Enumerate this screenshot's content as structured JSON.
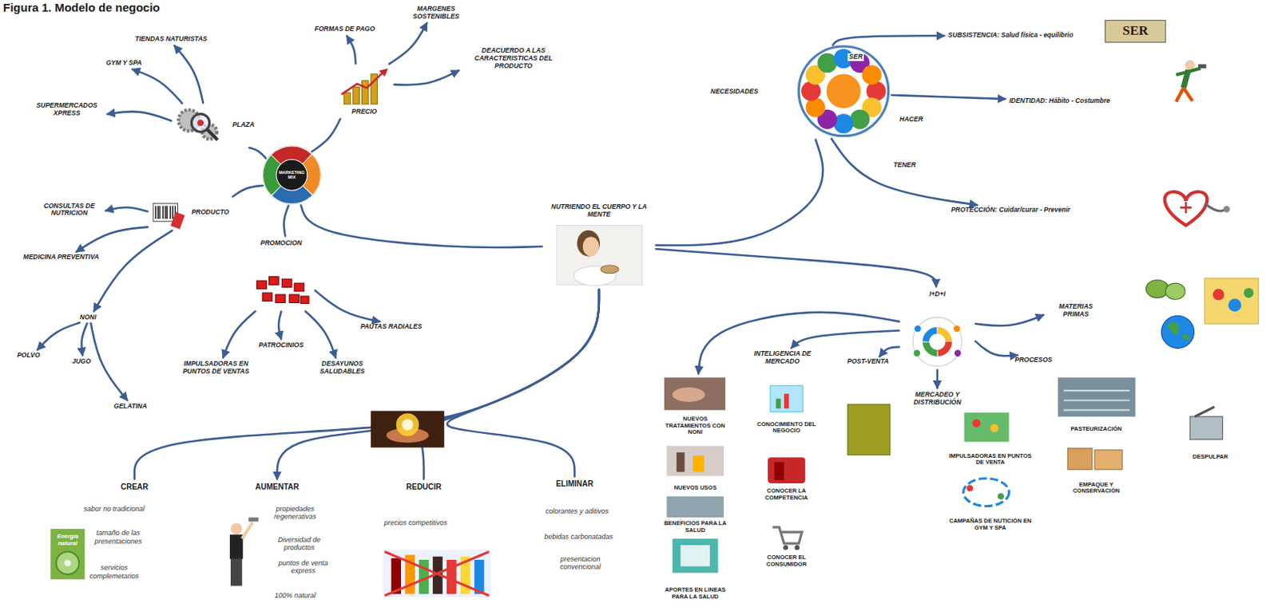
{
  "diagram": {
    "title": "Figura 1. Modelo de negocio",
    "nodes": [
      {
        "text": [
          "NUTRIENDO EL CUERPO Y LA MENTE"
        ]
      },
      {
        "text": [
          "MARKETING MIX"
        ]
      },
      {
        "text": [
          "PLAZA"
        ]
      },
      {
        "text": [
          "TIENDAS NATURISTAS"
        ]
      },
      {
        "text": [
          "GYM Y SPA"
        ]
      },
      {
        "text": [
          "SUPERMERCADOS XPRESS"
        ]
      },
      {
        "text": [
          "PRECIO"
        ]
      },
      {
        "text": [
          "FORMAS DE PAGO"
        ]
      },
      {
        "text": [
          "MARGENES SOSTENIBLES"
        ]
      },
      {
        "text": [
          "DEACUERDO A LAS CARACTERISTICAS DEL PRODUCTO"
        ]
      },
      {
        "text": [
          "PRODUCTO"
        ]
      },
      {
        "text": [
          "CONSULTAS DE NUTRICION"
        ]
      },
      {
        "text": [
          "MEDICINA PREVENTIVA"
        ]
      },
      {
        "text": [
          "NONI"
        ]
      },
      {
        "text": [
          "POLVO"
        ]
      },
      {
        "text": [
          "JUGO"
        ]
      },
      {
        "text": [
          "GELATINA"
        ]
      },
      {
        "text": [
          "PROMOCION"
        ]
      },
      {
        "text": [
          "IMPULSADORAS EN PUNTOS DE VENTAS"
        ]
      },
      {
        "text": [
          "PATROCINIOS"
        ]
      },
      {
        "text": [
          "DESAYUNOS SALUDABLES"
        ]
      },
      {
        "text": [
          "PAUTAS RADIALES"
        ]
      },
      {
        "text": [
          "NECESIDADES"
        ]
      },
      {
        "text": [
          "SUBSISTENCIA: Salud física - equilibrio"
        ]
      },
      {
        "text": [
          "IDENTIDAD: Hábito - Costumbre"
        ]
      },
      {
        "text": [
          "PROTECCIÓN: Cuidar/curar - Prevenir"
        ]
      },
      {
        "text": [
          "I+D+I"
        ]
      },
      {
        "text": [
          "INTELIGENCIA DE MERCADO"
        ]
      },
      {
        "text": [
          "POST-VENTA"
        ]
      },
      {
        "text": [
          "MERCADEO Y DISTRIBUCIÓN"
        ]
      },
      {
        "text": [
          "PROCESOS"
        ]
      },
      {
        "text": [
          "MATERIAS PRIMAS"
        ]
      },
      {
        "text": [
          "NUEVOS TRATAMIENTOS CON NONI"
        ]
      },
      {
        "text": [
          "NUEVOS USOS"
        ]
      },
      {
        "text": [
          "BENEFICIOS PARA LA SALUD"
        ]
      },
      {
        "text": [
          "APORTES EN LINEAS PARA LA SALUD"
        ]
      },
      {
        "text": [
          "CONOCIMIENTO DEL NEGOCIO"
        ]
      },
      {
        "text": [
          "CONOCER LA COMPETENCIA"
        ]
      },
      {
        "text": [
          "CONOCER EL CONSUMIDOR"
        ]
      },
      {
        "text": [
          "IMPULSADORAS EN PUNTOS DE VENTA"
        ]
      },
      {
        "text": [
          "CAMPAÑAS DE NUTICIÓN EN GYM Y SPA"
        ]
      },
      {
        "text": [
          "PASTEURIZACIÓN"
        ]
      },
      {
        "text": [
          "EMPAQUE Y CONSERVACIÓN"
        ]
      },
      {
        "text": [
          "DESPULPAR"
        ]
      },
      {
        "text": [
          "CREAR"
        ]
      },
      {
        "text": [
          "AUMENTAR"
        ]
      },
      {
        "text": [
          "REDUCIR"
        ]
      },
      {
        "text": [
          "ELIMINAR"
        ]
      }
    ],
    "edges": [
      {
        "from": 0,
        "to": 1,
        "arrow": "none"
      },
      {
        "from": 1,
        "to": 2,
        "arrow": "none"
      },
      {
        "from": 1,
        "to": 6,
        "arrow": "none"
      },
      {
        "from": 1,
        "to": 10,
        "arrow": "none"
      },
      {
        "from": 1,
        "to": 17,
        "arrow": "none"
      },
      {
        "from": 2,
        "to": 3,
        "arrow": "to"
      },
      {
        "from": 2,
        "to": 4,
        "arrow": "to"
      },
      {
        "from": 2,
        "to": 5,
        "arrow": "to"
      },
      {
        "from": 6,
        "to": 7,
        "arrow": "to"
      },
      {
        "from": 6,
        "to": 8,
        "arrow": "to"
      },
      {
        "from": 6,
        "to": 9,
        "arrow": "to"
      },
      {
        "from": 10,
        "to": 11,
        "arrow": "to"
      },
      {
        "from": 10,
        "to": 12,
        "arrow": "to"
      },
      {
        "from": 10,
        "to": 13,
        "arrow": "to"
      },
      {
        "from": 13,
        "to": 14,
        "arrow": "to"
      },
      {
        "from": 13,
        "to": 15,
        "arrow": "to"
      },
      {
        "from": 13,
        "to": 16,
        "arrow": "to"
      },
      {
        "from": 17,
        "to": 18,
        "arrow": "to"
      },
      {
        "from": 17,
        "to": 19,
        "arrow": "to"
      },
      {
        "from": 17,
        "to": 20,
        "arrow": "to"
      },
      {
        "from": 17,
        "to": 21,
        "arrow": "to"
      },
      {
        "from": 0,
        "to": 22,
        "arrow": "none"
      },
      {
        "from": 22,
        "to": 23,
        "arrow": "to",
        "label": "SER"
      },
      {
        "from": 22,
        "to": 24,
        "arrow": "to",
        "label": "HACER"
      },
      {
        "from": 22,
        "to": 25,
        "arrow": "to",
        "label": "TENER"
      },
      {
        "from": 0,
        "to": 26,
        "arrow": "to"
      },
      {
        "from": 26,
        "to": 32,
        "arrow": "to"
      },
      {
        "from": 26,
        "to": 27,
        "arrow": "to"
      },
      {
        "from": 26,
        "to": 28,
        "arrow": "to"
      },
      {
        "from": 26,
        "to": 29,
        "arrow": "to"
      },
      {
        "from": 26,
        "to": 30,
        "arrow": "to"
      },
      {
        "from": 26,
        "to": 31,
        "arrow": "to"
      },
      {
        "from": 0,
        "to": 44,
        "arrow": "none"
      },
      {
        "from": 0,
        "to": 45,
        "arrow": "to"
      },
      {
        "from": 0,
        "to": 46,
        "arrow": "none"
      },
      {
        "from": 0,
        "to": 47,
        "arrow": "none"
      }
    ],
    "labels": [
      "SER",
      "Energía natural",
      "sabor no tradicional",
      "tamaño de las presentaciones",
      "servicios complemetarios",
      "propiedades regenerativas",
      "Diversidad de productos",
      "puntos de venta express",
      "100% natural",
      "precios competitivos",
      "colorantes y aditivos",
      "bebidas carbonatadas",
      "presentacion convencional"
    ]
  }
}
